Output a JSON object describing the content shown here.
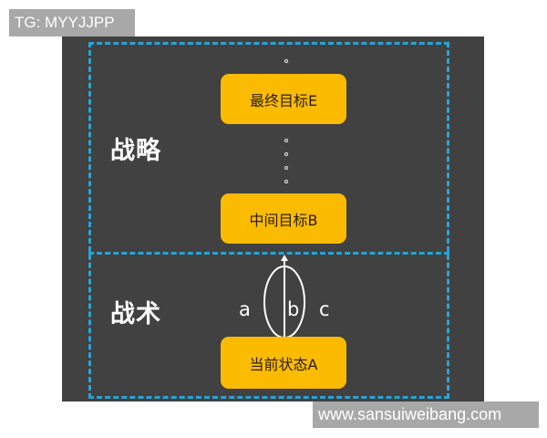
{
  "watermarks": {
    "top_left": "TG: MYYJJPP",
    "bottom_right": "www.sansuiweibang.com"
  },
  "colors": {
    "panel_bg": "#414141",
    "dash": "#2aa3d4",
    "box_fill": "#fbbb00",
    "box_text": "#2b1d00",
    "label_text": "#ffffff"
  },
  "sections": {
    "strategy": {
      "label": "战略"
    },
    "tactics": {
      "label": "战术"
    }
  },
  "nodes": {
    "final_goal": "最终目标E",
    "intermediate_goal": "中间目标B",
    "current_state": "当前状态A"
  },
  "paths": {
    "a": "a",
    "b": "b",
    "c": "c"
  },
  "icons": {
    "ellipsis_dots": "vertical-dot-ellipsis",
    "arrow": "up-arrow"
  }
}
